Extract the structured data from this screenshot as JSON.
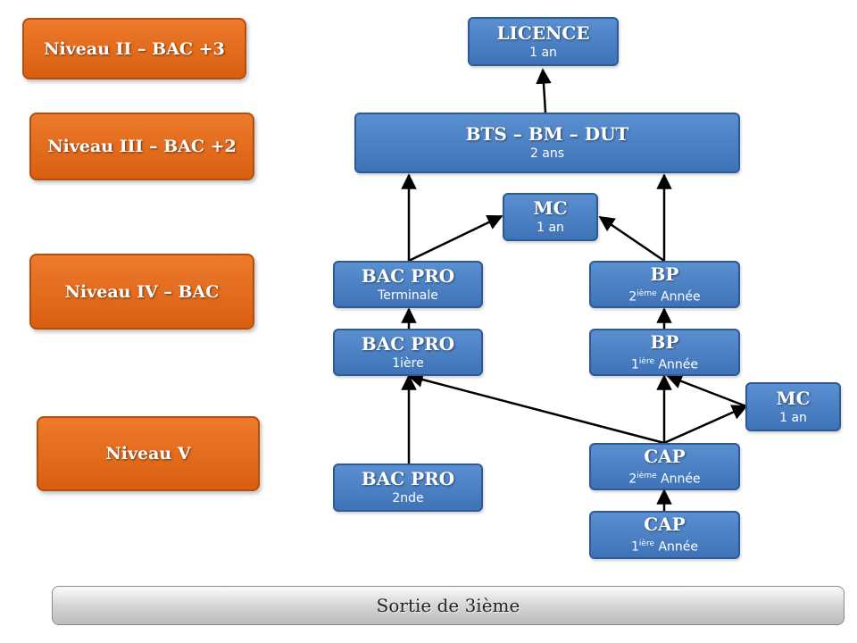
{
  "levels": {
    "niveau_2": "Niveau II – BAC +3",
    "niveau_3": "Niveau III – BAC +2",
    "niveau_4": "Niveau IV – BAC",
    "niveau_5": "Niveau V"
  },
  "nodes": {
    "licence": {
      "title": "LICENCE",
      "sub": "1 an"
    },
    "bts": {
      "title": "BTS – BM – DUT",
      "sub": "2 ans"
    },
    "mc_top": {
      "title": "MC",
      "sub": "1 an"
    },
    "bacpro_term": {
      "title": "BAC PRO",
      "sub": "Terminale"
    },
    "bp_2": {
      "title": "BP",
      "sup_num": "2",
      "sup": "ième",
      "sub_rest": " Année"
    },
    "bacpro_1": {
      "title": "BAC PRO",
      "sub": "1ière"
    },
    "bp_1": {
      "title": "BP",
      "sup_num": "1",
      "sup": "ière",
      "sub_rest": " Année"
    },
    "mc_right": {
      "title": "MC",
      "sub": "1 an"
    },
    "bacpro_2nde": {
      "title": "BAC PRO",
      "sub": "2nde"
    },
    "cap_2": {
      "title": "CAP",
      "sup_num": "2",
      "sup": "ième",
      "sub_rest": " Année"
    },
    "cap_1": {
      "title": "CAP",
      "sup_num": "1",
      "sup": "ière",
      "sub_rest": " Année"
    }
  },
  "footer": {
    "label": "Sortie de 3ième"
  },
  "colors": {
    "level_fill": "#e46c1b",
    "node_fill": "#4f81bd",
    "arrow": "#000000"
  }
}
